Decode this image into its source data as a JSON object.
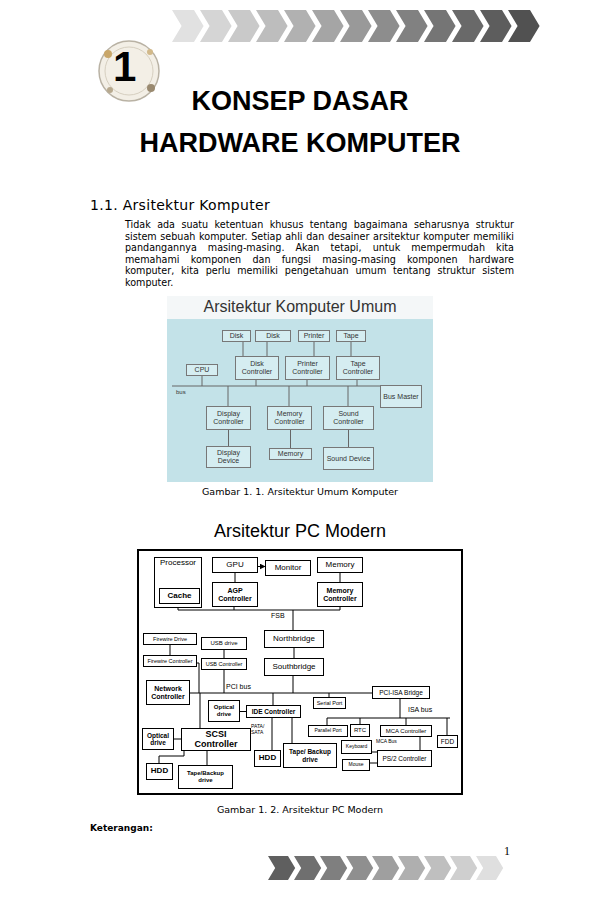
{
  "diagram": {
    "title": "KONSEP DASAR HARDWARE KOMPUTER",
    "nodes": [
      {
        "text": [
          "Arsitektur Komputer Umum"
        ]
      },
      {
        "text": [
          "Disk"
        ],
        "in": 0
      },
      {
        "text": [
          "Disk"
        ],
        "in": 0
      },
      {
        "text": [
          "Printer"
        ],
        "in": 0
      },
      {
        "text": [
          "Tape"
        ],
        "in": 0
      },
      {
        "text": [
          "CPU"
        ],
        "in": 0
      },
      {
        "text": [
          "Disk Controller"
        ],
        "in": 0
      },
      {
        "text": [
          "Printer Controller"
        ],
        "in": 0
      },
      {
        "text": [
          "Tape Controller"
        ],
        "in": 0
      },
      {
        "text": [
          "Bus Master"
        ],
        "in": 0
      },
      {
        "text": [
          "Display Controller"
        ],
        "in": 0
      },
      {
        "text": [
          "Memory Controller"
        ],
        "in": 0
      },
      {
        "text": [
          "Sound Controller"
        ],
        "in": 0
      },
      {
        "text": [
          "Display Device"
        ],
        "in": 0
      },
      {
        "text": [
          "Memory"
        ],
        "in": 0
      },
      {
        "text": [
          "Sound Device"
        ],
        "in": 0
      },
      {
        "text": [
          "Arsitektur PC Modern"
        ]
      },
      {
        "text": [
          "Processor"
        ],
        "in": 16
      },
      {
        "text": [
          "Cache"
        ],
        "in": 17
      },
      {
        "text": [
          "GPU"
        ],
        "in": 16
      },
      {
        "text": [
          "Monitor"
        ],
        "in": 16
      },
      {
        "text": [
          "Memory"
        ],
        "in": 16
      },
      {
        "text": [
          "AGP Controller"
        ],
        "in": 16
      },
      {
        "text": [
          "Memory Controller"
        ],
        "in": 16
      },
      {
        "text": [
          "Northbridge"
        ],
        "in": 16
      },
      {
        "text": [
          "Firewire Drive"
        ],
        "in": 16
      },
      {
        "text": [
          "USB drive"
        ],
        "in": 16
      },
      {
        "text": [
          "Firewire Controller"
        ],
        "in": 16
      },
      {
        "text": [
          "USB Controller"
        ],
        "in": 16
      },
      {
        "text": [
          "Southbridge"
        ],
        "in": 16
      },
      {
        "text": [
          "Network Controller"
        ],
        "in": 16
      },
      {
        "text": [
          "Serial Port"
        ],
        "in": 16
      },
      {
        "text": [
          "PCI-ISA Bridge"
        ],
        "in": 16
      },
      {
        "text": [
          "Optical drive"
        ],
        "in": 16
      },
      {
        "text": [
          "IDE Controller"
        ],
        "in": 16
      },
      {
        "text": [
          "Parallel Port"
        ],
        "in": 16
      },
      {
        "text": [
          "RTC"
        ],
        "in": 16
      },
      {
        "text": [
          "MCA Controller"
        ],
        "in": 16
      },
      {
        "text": [
          "Optical drive"
        ],
        "in": 16
      },
      {
        "text": [
          "SCSI Controller"
        ],
        "in": 16
      },
      {
        "text": [
          "Keyboard"
        ],
        "in": 16
      },
      {
        "text": [
          "FDD"
        ],
        "in": 16
      },
      {
        "text": [
          "HDD"
        ],
        "in": 16
      },
      {
        "text": [
          "Tape/ Backup drive"
        ],
        "in": 16
      },
      {
        "text": [
          "PS/2 Controller"
        ],
        "in": 16
      },
      {
        "text": [
          "Mouse"
        ],
        "in": 16
      },
      {
        "text": [
          "HDD"
        ],
        "in": 16
      },
      {
        "text": [
          "Tape/Backup drive"
        ],
        "in": 16
      }
    ],
    "edges": [
      {
        "from": 1,
        "to": 6,
        "arrow": "none"
      },
      {
        "from": 2,
        "to": 6,
        "arrow": "none"
      },
      {
        "from": 3,
        "to": 7,
        "arrow": "none"
      },
      {
        "from": 4,
        "to": 8,
        "arrow": "none"
      },
      {
        "from": 10,
        "to": 13,
        "arrow": "none"
      },
      {
        "from": 11,
        "to": 14,
        "arrow": "none"
      },
      {
        "from": 12,
        "to": 15,
        "arrow": "none"
      },
      {
        "from": 19,
        "to": 20,
        "arrow": "to"
      },
      {
        "from": 19,
        "to": 22,
        "arrow": "none"
      },
      {
        "from": 21,
        "to": 23,
        "arrow": "none"
      },
      {
        "from": 24,
        "to": 29,
        "arrow": "none"
      },
      {
        "from": 25,
        "to": 27,
        "arrow": "none"
      },
      {
        "from": 26,
        "to": 28,
        "arrow": "none"
      },
      {
        "from": 33,
        "to": 34,
        "arrow": "none"
      },
      {
        "from": 39,
        "to": 38,
        "arrow": "none"
      },
      {
        "from": 39,
        "to": 46,
        "arrow": "none"
      },
      {
        "from": 39,
        "to": 47,
        "arrow": "none"
      },
      {
        "from": 34,
        "to": 42,
        "arrow": "none"
      },
      {
        "from": 34,
        "to": 43,
        "arrow": "none"
      },
      {
        "from": 40,
        "to": 44,
        "arrow": "none"
      },
      {
        "from": 45,
        "to": 44,
        "arrow": "none"
      }
    ],
    "labels": [
      "1",
      "1.1. Arsitektur Komputer",
      "Tidak ada suatu ketentuan khusus tentang bagaimana seharusnya struktur sistem sebuah komputer. Setiap ahli dan desainer arsitektur komputer memiliki pandangannya masing-masing. Akan tetapi, untuk mempermudah kita memahami komponen dan fungsi masing-masing komponen hardware komputer, kita perlu memiliki pengetahuan umum tentang struktur sistem komputer.",
      "bus",
      "Gambar 1. 1. Arsitektur Umum Komputer",
      "FSB",
      "PCI bus",
      "ISA bus",
      "PATA/ SATA",
      "MCA Bus",
      "Gambar 1. 2. Arsitektur PC Modern",
      "Keterangan:",
      "1"
    ]
  }
}
